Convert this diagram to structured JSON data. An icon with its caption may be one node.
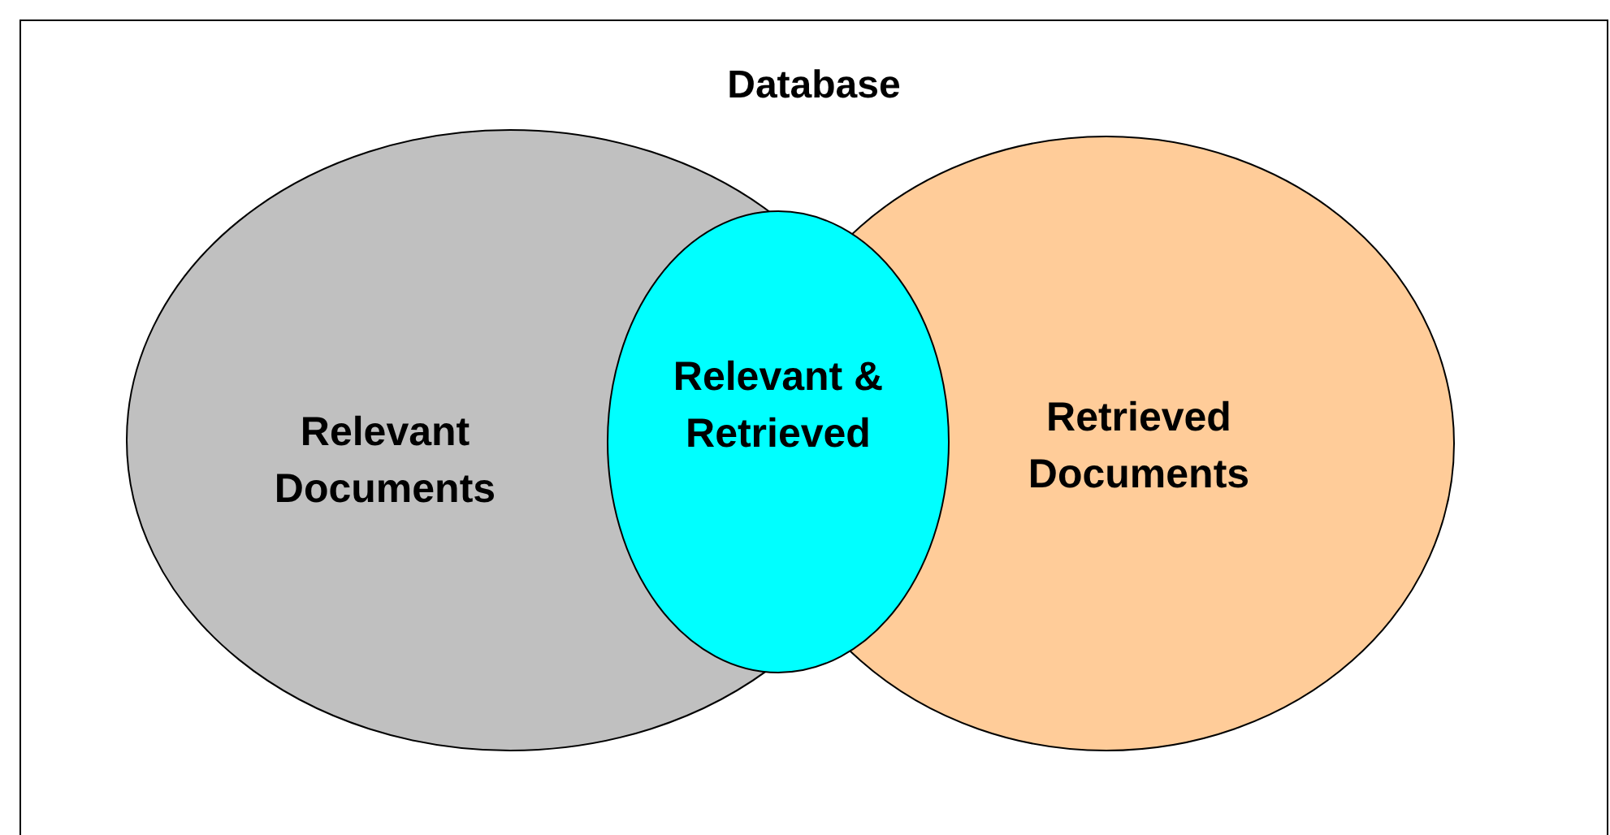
{
  "diagram": {
    "nodes": [
      {
        "text": [
          "Database"
        ]
      },
      {
        "text": [
          "Relevant Documents"
        ],
        "in": 0
      },
      {
        "text": [
          "Retrieved Documents"
        ],
        "in": 0
      },
      {
        "text": [
          "Relevant & Retrieved"
        ],
        "in": 0
      }
    ]
  }
}
